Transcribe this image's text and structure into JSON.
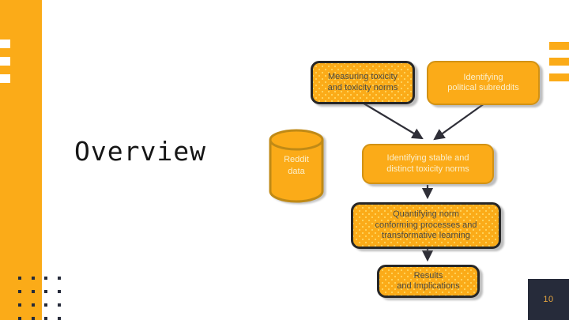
{
  "slide": {
    "title": "Overview",
    "page_number": "10"
  },
  "colors": {
    "accent_orange": "#FBAB18",
    "node_border_dark": "#272727",
    "node_border_orange": "#D29214",
    "cream_text": "#FBEFCB",
    "dark_text": "#4C4A43",
    "navy_badge": "#262B3A",
    "badge_number": "#E3A440",
    "connector": "#2F2F38"
  },
  "diagram": {
    "nodes": [
      {
        "id": "measuring",
        "label": "Measuring toxicity\nand toxicity norms",
        "style": "dark-border"
      },
      {
        "id": "political",
        "label": "Identifying\npolitical subreddits",
        "style": "orange-border"
      },
      {
        "id": "reddit",
        "label": "Reddit\ndata",
        "style": "cylinder"
      },
      {
        "id": "stable",
        "label": "Identifying stable and\ndistinct toxicity norms",
        "style": "orange-border"
      },
      {
        "id": "quantify",
        "label": "Quantifying norm\nconforming processes and\ntransformative learning",
        "style": "dark-border"
      },
      {
        "id": "results",
        "label": "Results\nand Implications",
        "style": "dark-border"
      }
    ]
  }
}
